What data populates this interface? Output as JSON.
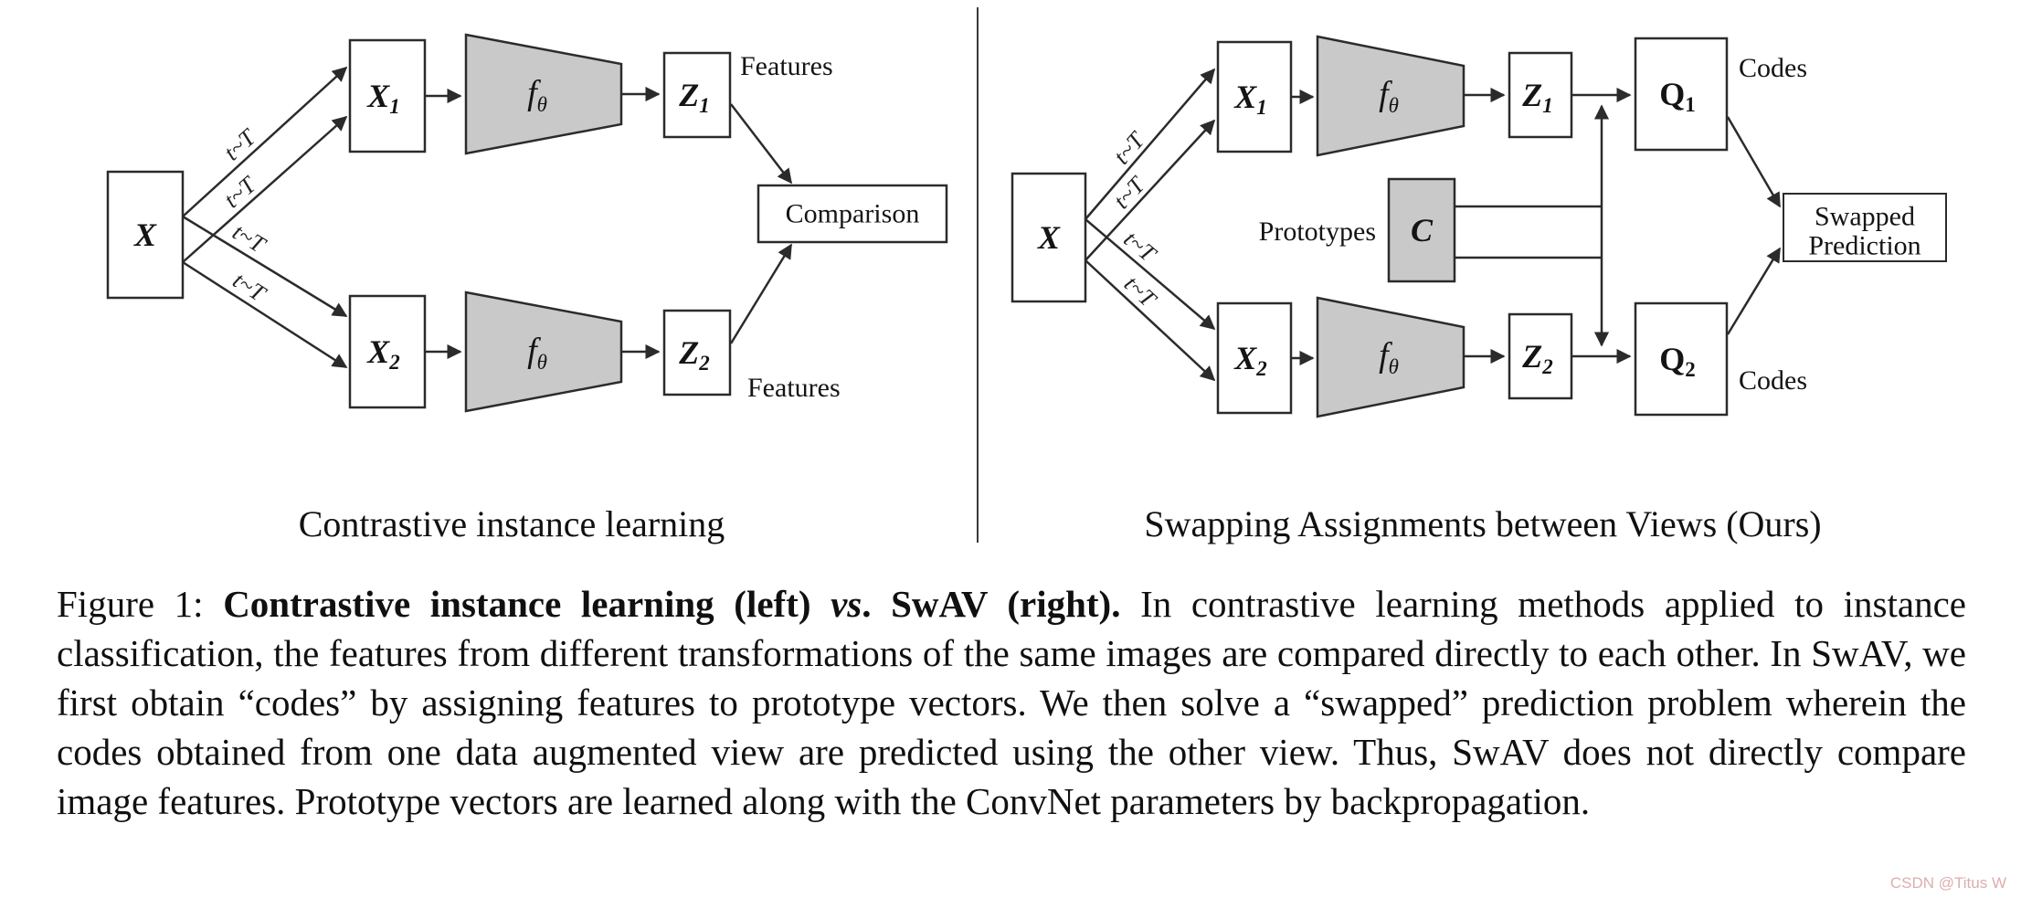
{
  "figure": {
    "transform_label": "t~T",
    "left": {
      "title": "Contrastive instance learning",
      "input": {
        "label": "X"
      },
      "view1": {
        "label": "X",
        "sub": "1"
      },
      "view2": {
        "label": "X",
        "sub": "2"
      },
      "encoder1": {
        "label": "f",
        "sub": "θ"
      },
      "encoder2": {
        "label": "f",
        "sub": "θ"
      },
      "feat1": {
        "label": "Z",
        "sub": "1"
      },
      "feat2": {
        "label": "Z",
        "sub": "2"
      },
      "features_top": "Features",
      "features_bottom": "Features",
      "comparison": "Comparison"
    },
    "right": {
      "title": "Swapping Assignments between Views (Ours)",
      "input": {
        "label": "X"
      },
      "view1": {
        "label": "X",
        "sub": "1"
      },
      "view2": {
        "label": "X",
        "sub": "2"
      },
      "encoder1": {
        "label": "f",
        "sub": "θ"
      },
      "encoder2": {
        "label": "f",
        "sub": "θ"
      },
      "feat1": {
        "label": "Z",
        "sub": "1"
      },
      "feat2": {
        "label": "Z",
        "sub": "2"
      },
      "prototypes_label": "Prototypes",
      "prototypes": {
        "label": "C"
      },
      "codes1": {
        "label": "Q",
        "sub": "1"
      },
      "codes2": {
        "label": "Q",
        "sub": "2"
      },
      "codes_top": "Codes",
      "codes_bottom": "Codes",
      "swapped_line1": "Swapped",
      "swapped_line2": "Prediction"
    }
  },
  "caption": {
    "seg_prefix": "Figure 1: ",
    "seg_bold1": "Contrastive instance learning (left) ",
    "seg_bolditalic": "vs",
    "seg_bold2": ". SwAV (right).",
    "seg_body": " In contrastive learning methods applied to instance classification, the features from different transformations of the same images are compared directly to each other. In SwAV, we first obtain “codes” by assigning features to prototype vectors. We then solve a “swapped” prediction problem wherein the codes obtained from one data augmented view are predicted using the other view. Thus, SwAV does not directly compare image features. Prototype vectors are learned along with the ConvNet parameters by backpropagation."
  },
  "watermark": "CSDN @Titus W",
  "colors": {
    "stroke": "#2b2b2b",
    "fill_gray": "#c9c9c9",
    "background": "#ffffff",
    "watermark": "#dcaeae"
  }
}
